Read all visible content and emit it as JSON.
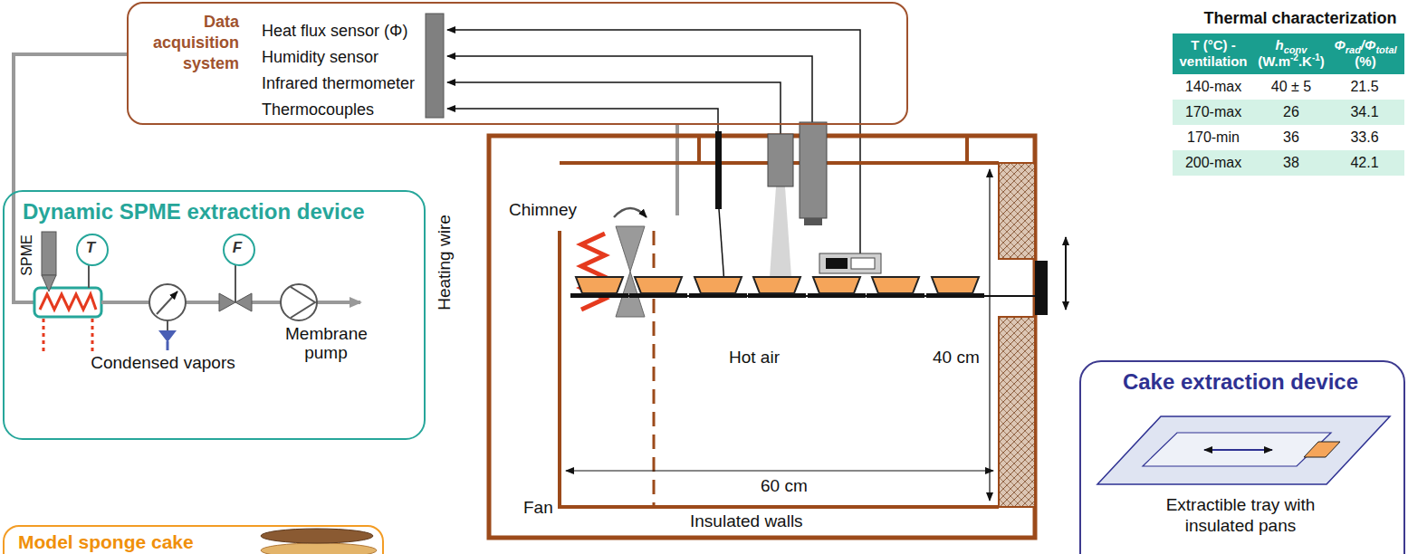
{
  "diagram": {
    "nodes": [
      {
        "text": [
          "Data acquisition system",
          "Heat flux sensor (Φ)",
          "Humidity sensor",
          "Infrared thermometer",
          "Thermocouples"
        ]
      },
      {
        "text": [
          "Dynamic SPME extraction device",
          "SPME",
          "Condensed vapors",
          "Membrane pump"
        ]
      },
      {
        "text": [
          "T"
        ],
        "in": 1
      },
      {
        "text": [
          "F"
        ],
        "in": 1
      },
      {
        "text": [
          "Cake extraction device",
          "Extractible tray with insulated pans"
        ]
      },
      {
        "text": [
          "Model sponge cake"
        ]
      }
    ],
    "labels": [
      "Thermal characterization",
      "T (°C) - ventilation",
      "h",
      "conv",
      "(W.m",
      "-2",
      ".K",
      "-1",
      ")",
      "Φ",
      "rad",
      "/Φ",
      "total",
      "(%)",
      "140-max",
      "40 ± 5",
      "21.5",
      "170-max",
      "26",
      "34.1",
      "170-min",
      "36",
      "33.6",
      "200-max",
      "38",
      "42.1",
      "Chimney",
      "Heating wire",
      "Fan",
      "Hot air",
      "40 cm",
      "60 cm",
      "Insulated walls"
    ]
  }
}
